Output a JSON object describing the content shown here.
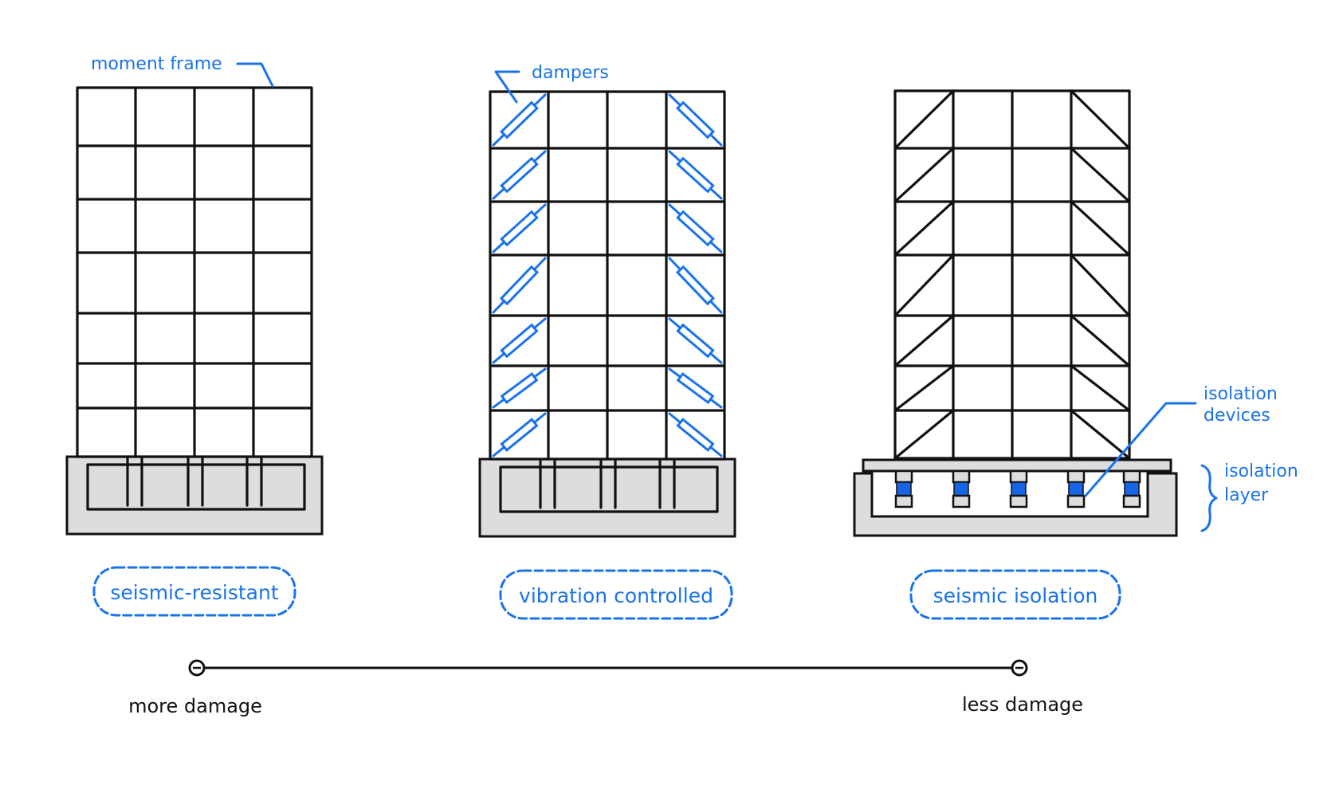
{
  "colors": {
    "ink": "#111111",
    "accent_blue": "#1a73e8",
    "device_blue": "#1565e6",
    "foundation_gray": "#dddddd",
    "background": "#ffffff"
  },
  "annotations": {
    "moment_frame": "moment frame",
    "dampers": "dampers",
    "isolation_devices_line1": "isolation",
    "isolation_devices_line2": "devices",
    "isolation_layer_line1": "isolation",
    "isolation_layer_line2": "layer"
  },
  "systems": [
    {
      "label": "seismic-resistant"
    },
    {
      "label": "vibration controlled"
    },
    {
      "label": "seismic isolation"
    }
  ],
  "scale": {
    "left_label": "more damage",
    "right_label": "less damage"
  }
}
